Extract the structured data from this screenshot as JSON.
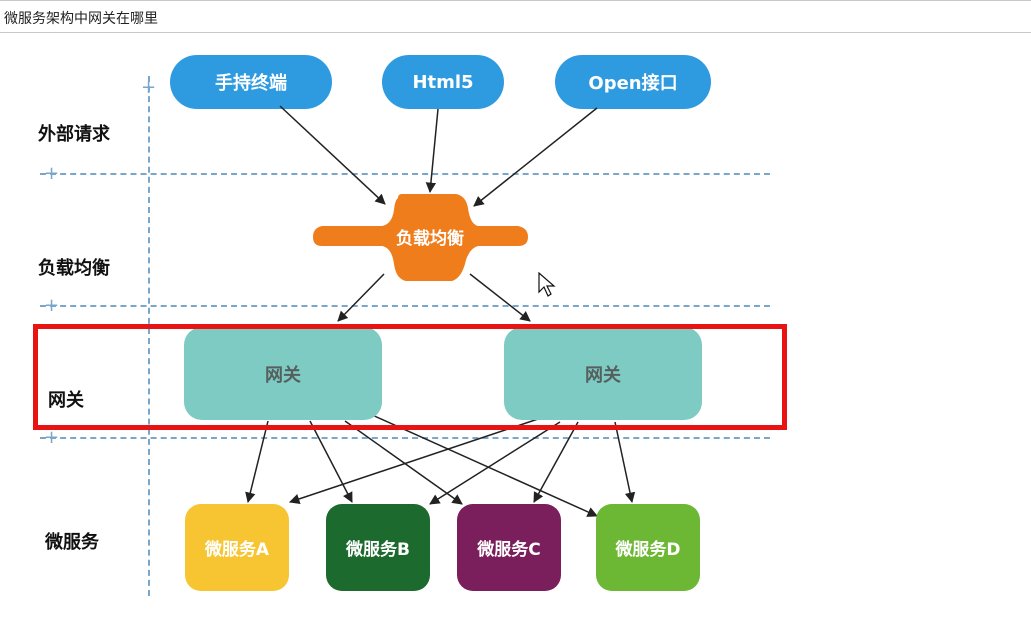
{
  "window": {
    "title": "微服务架构中网关在哪里"
  },
  "tiers": {
    "external": "外部请求",
    "load_balance": "负载均衡",
    "gateway": "网关",
    "microservice": "微服务"
  },
  "clients": [
    "手持终端",
    "Html5",
    "Open接口"
  ],
  "load_balancer": {
    "label": "负载均衡",
    "color": "#ef7d1c"
  },
  "gateways": [
    "网关",
    "网关"
  ],
  "services": [
    {
      "label": "微服务A",
      "color": "#f7c531"
    },
    {
      "label": "微服务B",
      "color": "#1d6a2e"
    },
    {
      "label": "微服务C",
      "color": "#7a1f5c"
    },
    {
      "label": "微服务D",
      "color": "#6cb733"
    }
  ],
  "colors": {
    "client": "#2e9be0",
    "gateway": "#7ecbc3",
    "highlight": "#e81414",
    "dashed": "#7aa7c9"
  }
}
